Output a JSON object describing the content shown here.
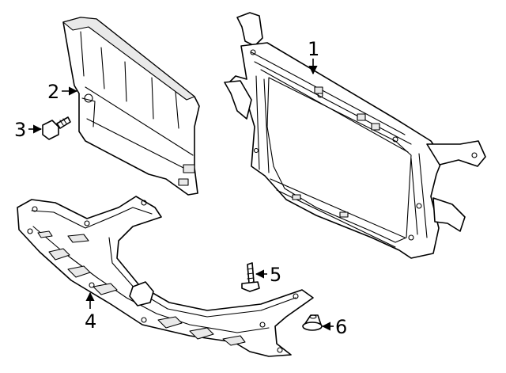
{
  "callouts": [
    {
      "id": "1",
      "label": "1",
      "part": "radiator-support"
    },
    {
      "id": "2",
      "label": "2",
      "part": "air-deflector"
    },
    {
      "id": "3",
      "label": "3",
      "part": "bolt"
    },
    {
      "id": "4",
      "label": "4",
      "part": "splash-shield"
    },
    {
      "id": "5",
      "label": "5",
      "part": "stud"
    },
    {
      "id": "6",
      "label": "6",
      "part": "nut"
    }
  ],
  "colors": {
    "line": "#000000",
    "background": "#ffffff"
  }
}
